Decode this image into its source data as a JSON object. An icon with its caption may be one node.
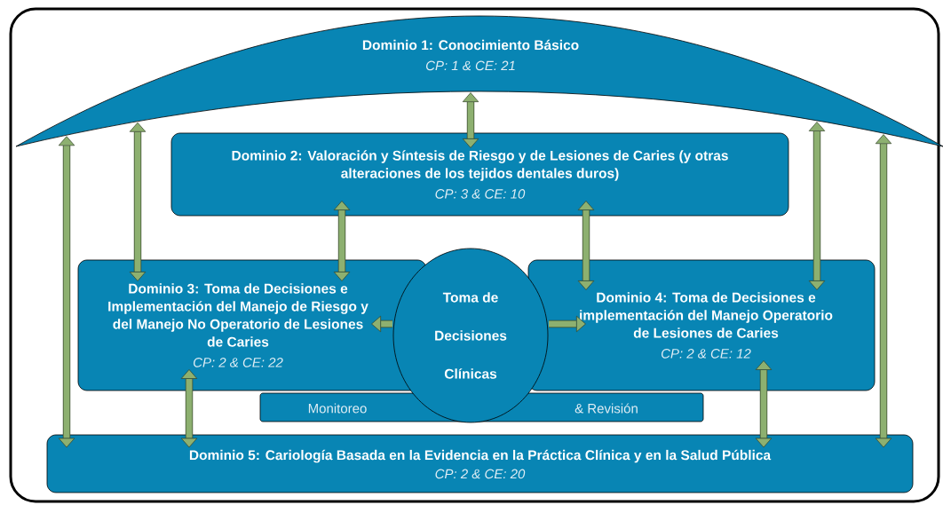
{
  "diagram": {
    "nodes": [
      {
        "text": [
          "Dominio 1: Conocimiento Básico",
          "CP: 1 & CE: 21"
        ]
      },
      {
        "text": [
          "Dominio 2: Valoración y Síntesis de Riesgo y de Lesiones de Caries (y otras alteraciones de los tejidos dentales duros)",
          "CP: 3 & CE: 10"
        ]
      },
      {
        "text": [
          "Dominio 3: Toma de Decisiones e Implementación del Manejo de Riesgo y del Manejo No Operatorio de Lesiones de Caries",
          "CP: 2 & CE: 22"
        ]
      },
      {
        "text": [
          "Toma de Decisiones Clínicas"
        ]
      },
      {
        "text": [
          "Dominio 4: Toma de Decisiones e implementación del Manejo Operatorio de Lesiones de Caries",
          "CP: 2 & CE: 12"
        ]
      },
      {
        "text": [
          "Monitoreo",
          "& Revisión"
        ]
      },
      {
        "text": [
          "Dominio 5: Cariología Basada en la Evidencia en la Práctica Clínica y en la Salud Pública",
          "CP: 2 & CE: 20"
        ]
      }
    ],
    "edges": [
      {
        "from": 0,
        "to": 1,
        "arrow": "both"
      },
      {
        "from": 0,
        "to": 2,
        "arrow": "both"
      },
      {
        "from": 0,
        "to": 6,
        "arrow": "both"
      },
      {
        "from": 0,
        "to": 4,
        "arrow": "both"
      },
      {
        "from": 0,
        "to": 6,
        "arrow": "both"
      },
      {
        "from": 1,
        "to": 2,
        "arrow": "both"
      },
      {
        "from": 1,
        "to": 4,
        "arrow": "both"
      },
      {
        "from": 3,
        "to": 2,
        "arrow": "to"
      },
      {
        "from": 3,
        "to": 4,
        "arrow": "to"
      },
      {
        "from": 2,
        "to": 6,
        "arrow": "both"
      },
      {
        "from": 4,
        "to": 6,
        "arrow": "both"
      }
    ]
  }
}
